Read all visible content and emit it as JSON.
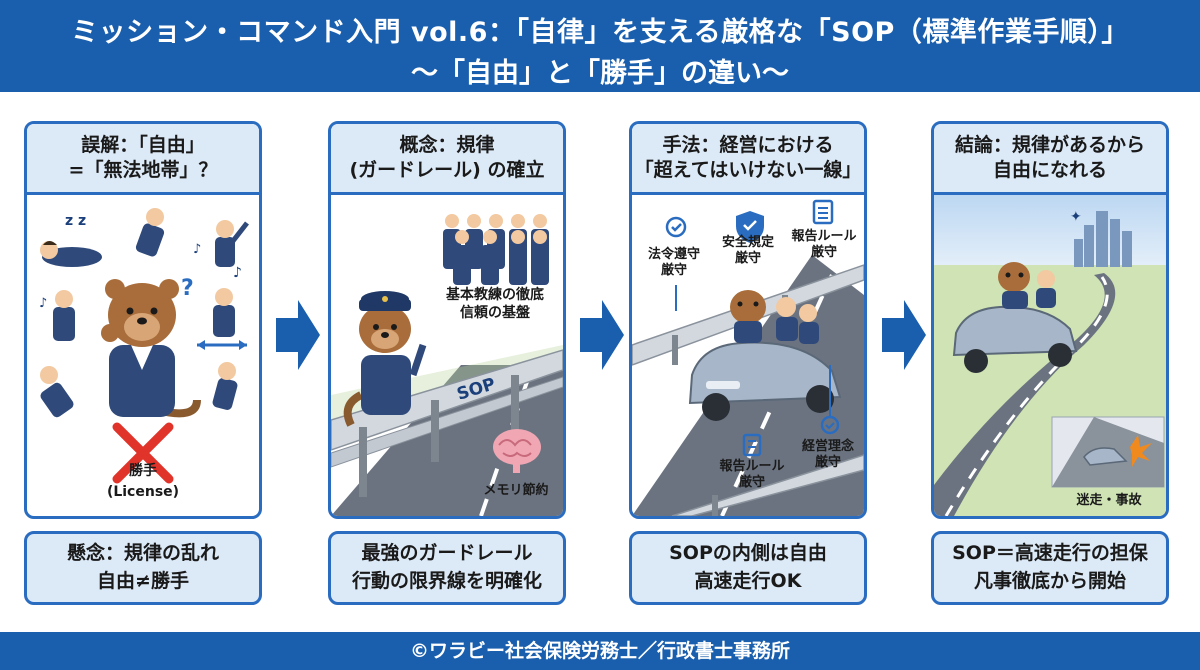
{
  "header": {
    "line1": "ミッション・コマンド入門 vol.6：「自律」を支える厳格な「SOP（標準作業手順）」",
    "line2": "〜「自由」と「勝手」の違い〜"
  },
  "panels": [
    {
      "title1": "誤解：「自由」",
      "title2": "=「無法地帯」？",
      "labels": {
        "zz": "z z",
        "license1": "勝手",
        "license2": "(License)"
      },
      "caption1": "懸念：規律の乱れ",
      "caption2": "自由≠勝手"
    },
    {
      "title1": "概念：規律",
      "title2": "(ガードレール) の確立",
      "labels": {
        "training1": "基本教練の徹底",
        "training2": "信頼の基盤",
        "sop": "SOP",
        "memory": "メモリ節約"
      },
      "caption1": "最強のガードレール",
      "caption2": "行動の限界線を明確化"
    },
    {
      "title1": "手法：経営における",
      "title2": "「超えてはいけない一線」",
      "labels": {
        "law1": "法令遵守",
        "law2": "厳守",
        "safety1": "安全規定",
        "safety2": "厳守",
        "report1": "報告ルール",
        "report2": "厳守",
        "report3": "報告ルール",
        "report4": "厳守",
        "phil1": "経営理念",
        "phil2": "厳守"
      },
      "caption1": "SOPの内側は自由",
      "caption2": "高速走行OK"
    },
    {
      "title1": "結論：規律があるから",
      "title2": "自由になれる",
      "labels": {
        "crash": "迷走・事故"
      },
      "caption1": "SOP＝高速走行の担保",
      "caption2": "凡事徹底から開始"
    }
  ],
  "footer": "©ワラビー社会保険労務士／行政書士事務所",
  "colors": {
    "brand": "#1a5fae",
    "panel_header": "#dce9f7",
    "border": "#2a6cc0",
    "warning": "#e0332a"
  }
}
